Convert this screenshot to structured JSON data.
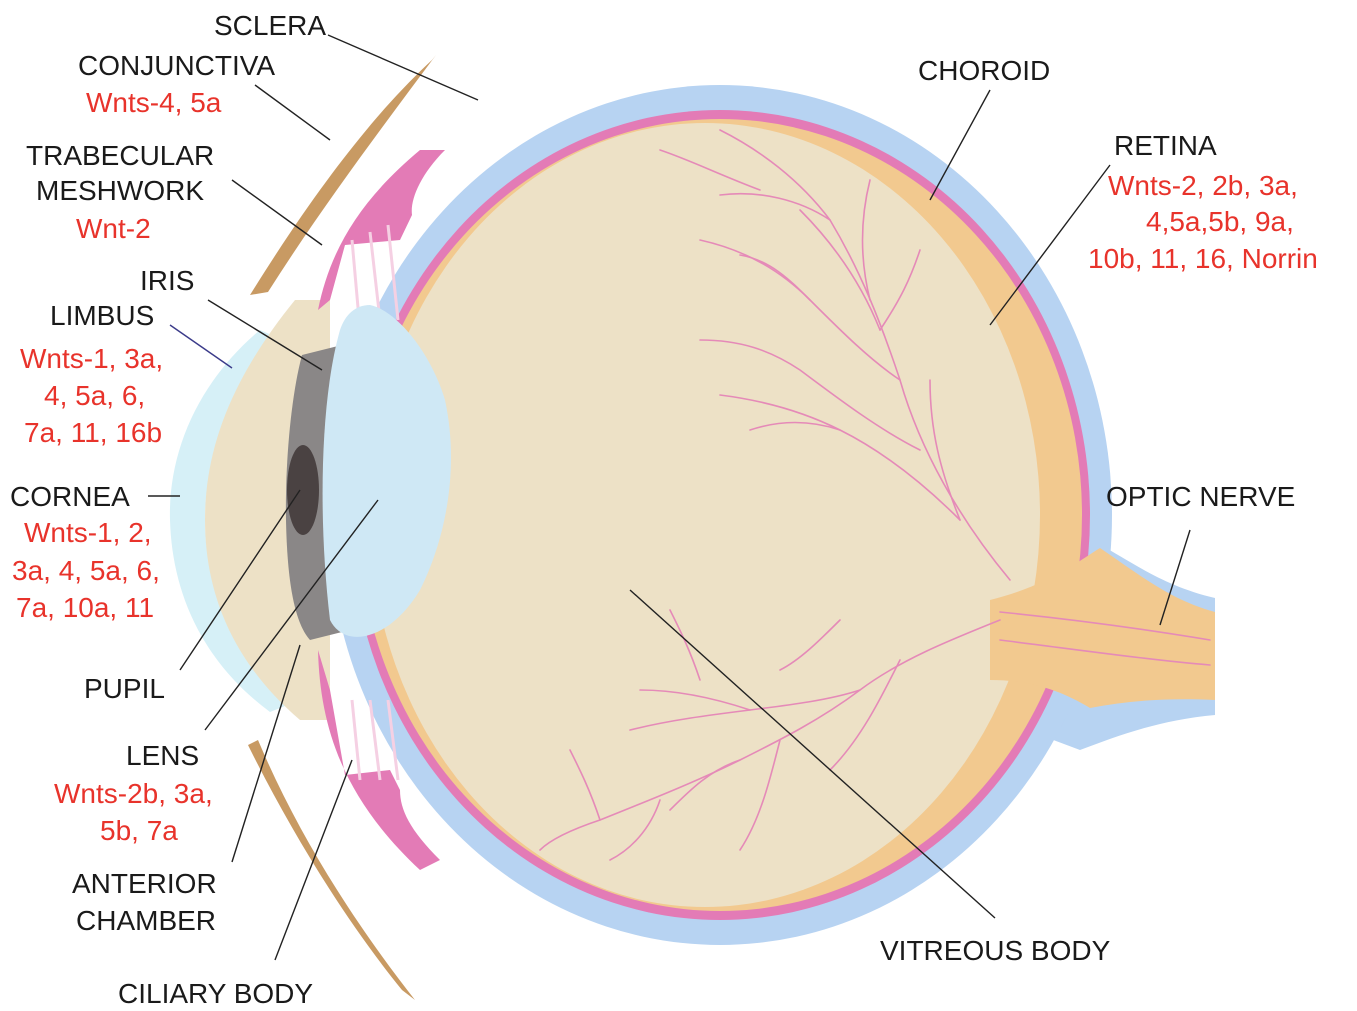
{
  "labels": {
    "sclera": "SCLERA",
    "conjunctiva": "CONJUNCTIVA",
    "conjunctiva_wnts": "Wnts-4, 5a",
    "trabecular_1": "TRABECULAR",
    "trabecular_2": "MESHWORK",
    "trabecular_wnts": "Wnt-2",
    "iris": "IRIS",
    "limbus": "LIMBUS",
    "limbus_wnts_1": "Wnts-1, 3a,",
    "limbus_wnts_2": "4, 5a, 6,",
    "limbus_wnts_3": "7a, 11, 16b",
    "cornea": "CORNEA",
    "cornea_wnts_1": "Wnts-1, 2,",
    "cornea_wnts_2": "3a, 4, 5a, 6,",
    "cornea_wnts_3": "7a, 10a, 11",
    "pupil": "PUPIL",
    "lens": "LENS",
    "lens_wnts_1": "Wnts-2b, 3a,",
    "lens_wnts_2": "5b, 7a",
    "anterior_1": "ANTERIOR",
    "anterior_2": "CHAMBER",
    "ciliary": "CILIARY BODY",
    "choroid": "CHOROID",
    "retina": "RETINA",
    "retina_wnts_1": "Wnts-2, 2b, 3a,",
    "retina_wnts_2": "4,5a,5b, 9a,",
    "retina_wnts_3": "10b, 11, 16, Norrin",
    "optic_nerve": "OPTIC NERVE",
    "vitreous": "VITREOUS BODY"
  },
  "colors": {
    "sclera": "#b7d3f2",
    "choroid": "#e37bb6",
    "retina_layer": "#f2c98f",
    "vitreous": "#ede1c6",
    "lens": "#cfe8f5",
    "cornea": "#d6f0f7",
    "iris": "#8a8787",
    "pupil": "#4a4242",
    "eyelid": "#c89a63",
    "vessels": "#e58ab8",
    "gene_text": "#e8332b"
  }
}
